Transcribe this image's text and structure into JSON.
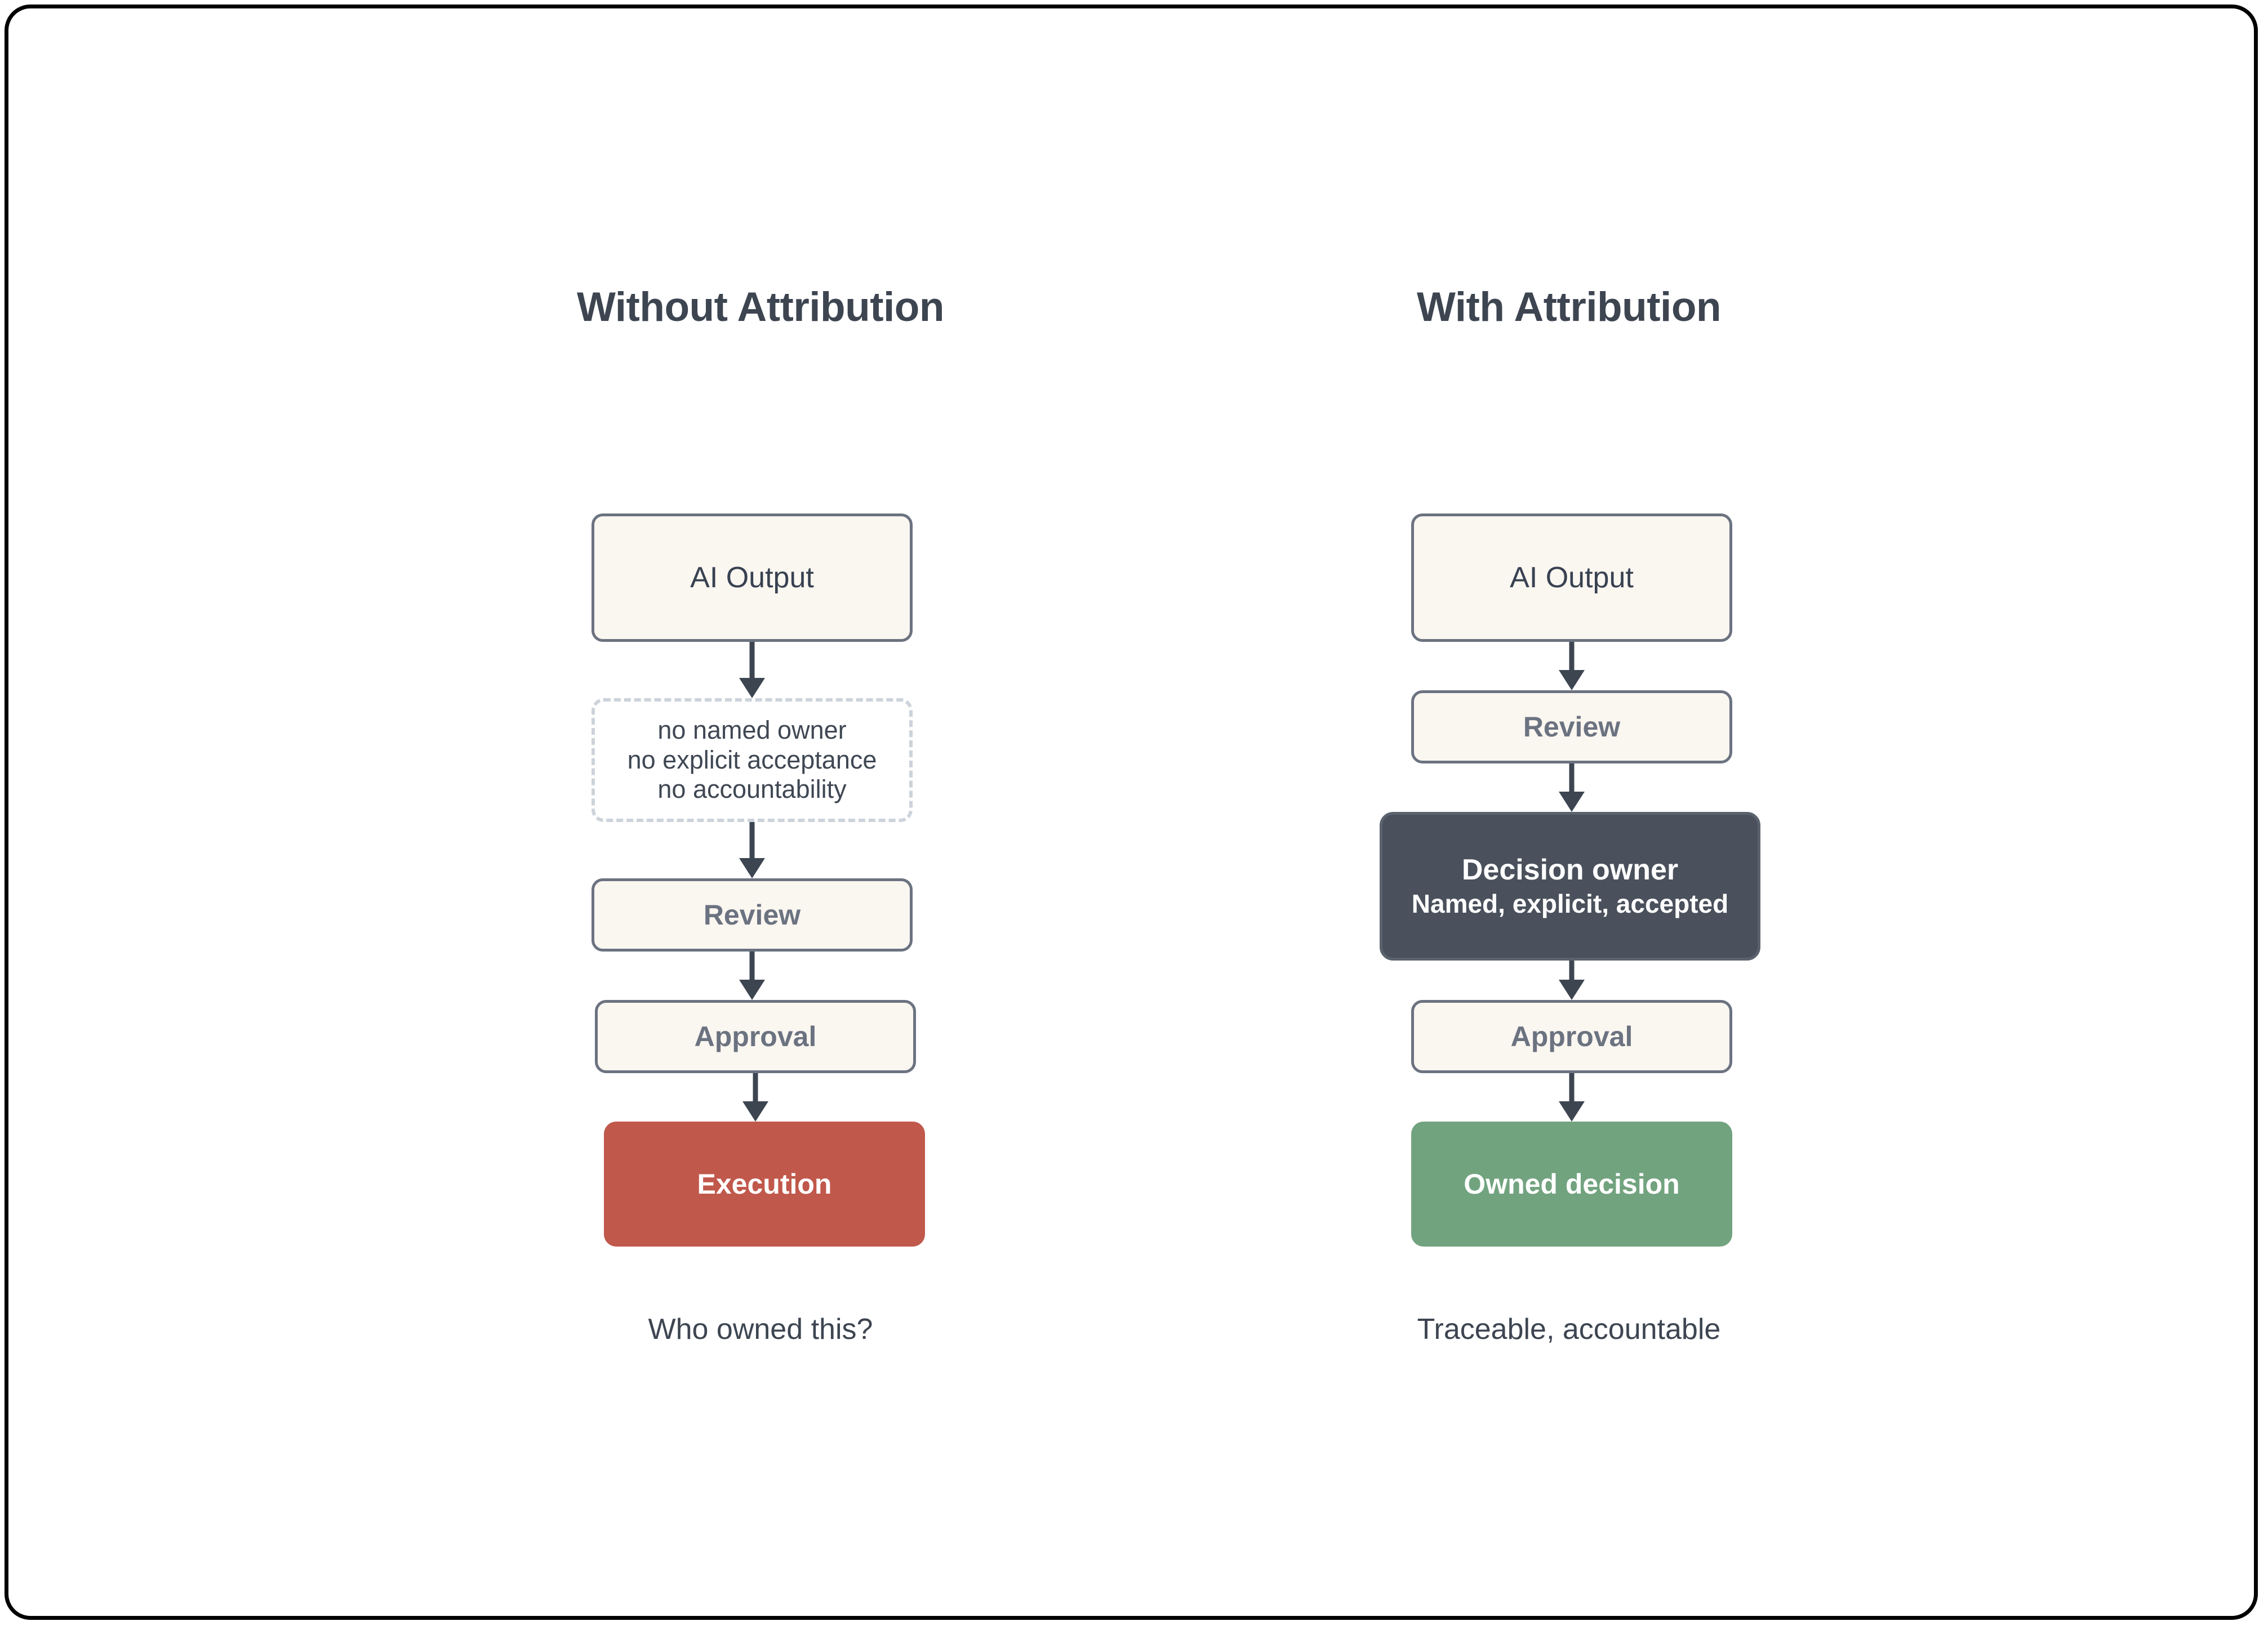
{
  "canvas": {
    "background": "#ffffff",
    "frame_color": "#000000"
  },
  "palette": {
    "title_text": "#3d4551",
    "box_fill_cream": "#faf6f0",
    "box_border_gray": "#6b7280",
    "dashed_border": "#ccd3da",
    "label_gray": "#6b7280",
    "danger_red": "#c0584b",
    "success_green": "#72a37f",
    "owner_dark": "#4a515c",
    "arrow_color": "#3d4551",
    "white_text": "#ffffff"
  },
  "columns": [
    {
      "id": "without-attribution",
      "title": "Without Attribution",
      "caption": "Who owned this?",
      "nodes": [
        {
          "id": "ai-output",
          "label": "AI Output",
          "style": "plain-regular"
        },
        {
          "id": "gap-note",
          "style": "dashed",
          "lines": [
            "no named owner",
            "no explicit acceptance",
            "no accountability"
          ]
        },
        {
          "id": "review",
          "label": "Review",
          "style": "plain-bold"
        },
        {
          "id": "approval",
          "label": "Approval",
          "style": "plain-bold"
        },
        {
          "id": "execution",
          "label": "Execution",
          "style": "danger"
        }
      ]
    },
    {
      "id": "with-attribution",
      "title": "With Attribution",
      "caption": "Traceable, accountable",
      "nodes": [
        {
          "id": "ai-output",
          "label": "AI Output",
          "style": "plain-regular"
        },
        {
          "id": "review",
          "label": "Review",
          "style": "plain-bold"
        },
        {
          "id": "decision-owner",
          "style": "dark",
          "label": "Decision owner",
          "sublabel": "Named, explicit, accepted"
        },
        {
          "id": "approval",
          "label": "Approval",
          "style": "plain-bold"
        },
        {
          "id": "owned-decision",
          "label": "Owned decision",
          "style": "success"
        }
      ]
    }
  ]
}
